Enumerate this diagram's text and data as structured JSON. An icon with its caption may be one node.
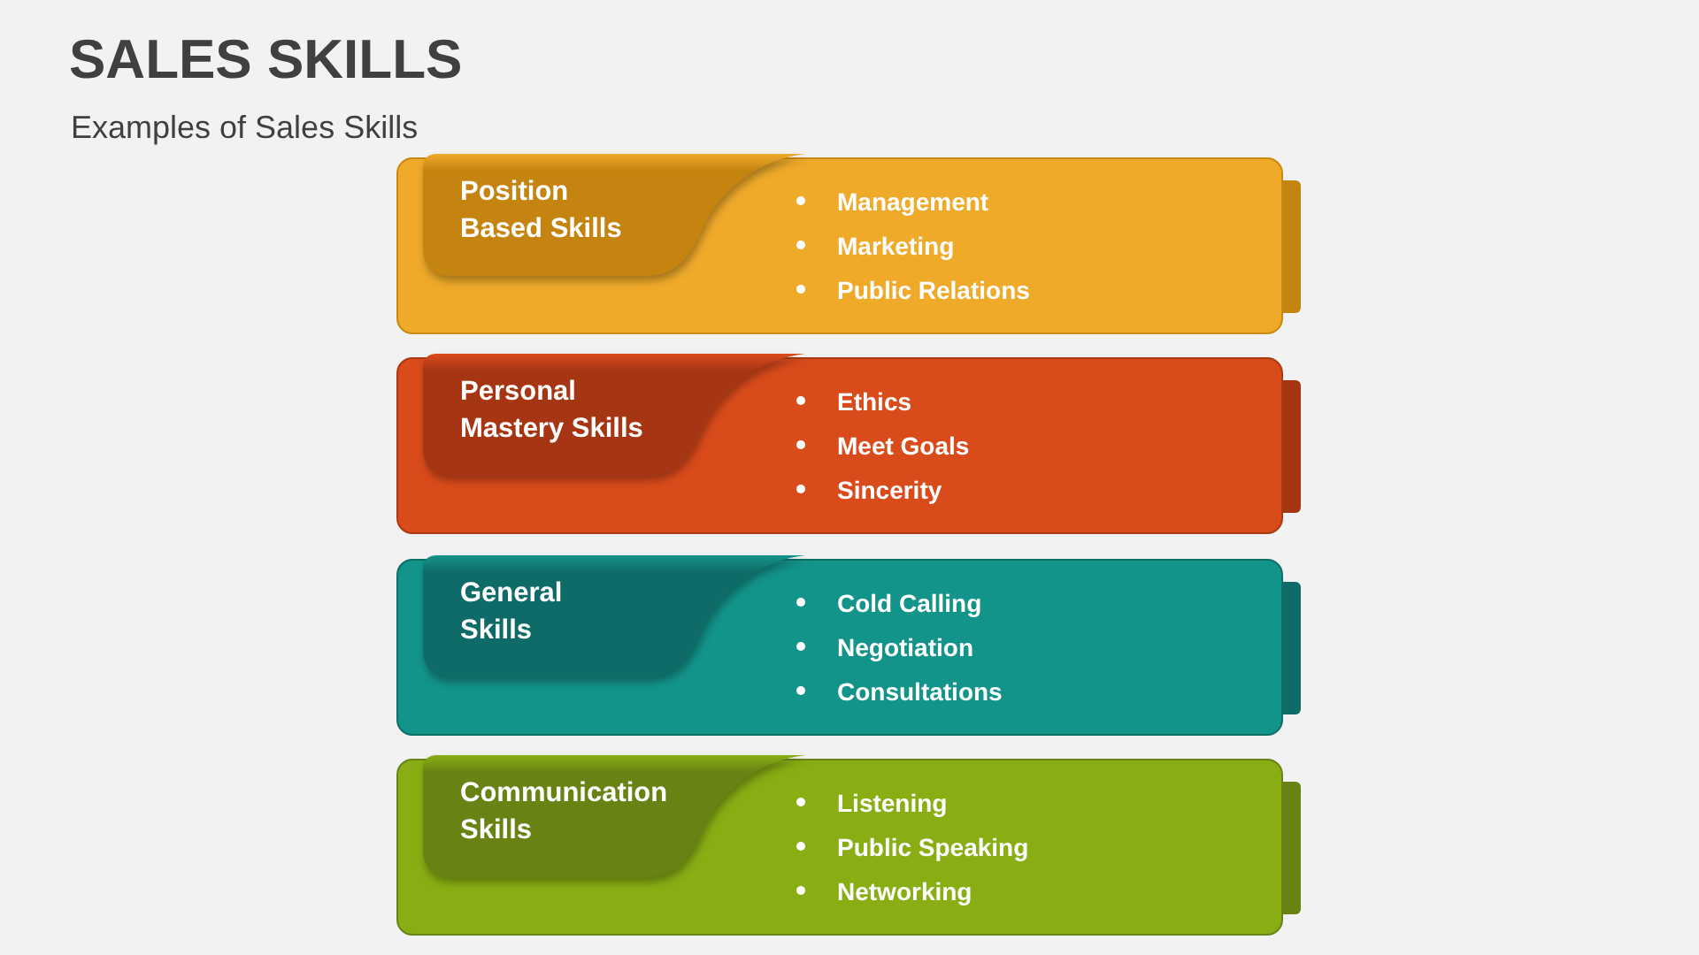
{
  "diagram": {
    "title": "SALES SKILLS",
    "nodes": [
      {
        "text": [
          "Management",
          "Marketing",
          "Public Relations"
        ]
      },
      {
        "text": [
          "Position Based Skills"
        ],
        "in": 0
      },
      {
        "text": [
          "Ethics",
          "Meet Goals",
          "Sincerity"
        ]
      },
      {
        "text": [
          "Personal Mastery Skills"
        ],
        "in": 2
      },
      {
        "text": [
          "Cold Calling",
          "Negotiation",
          "Consultations"
        ]
      },
      {
        "text": [
          "General Skills"
        ],
        "in": 4
      },
      {
        "text": [
          "Listening",
          "Public Speaking",
          "Networking"
        ]
      },
      {
        "text": [
          "Communication Skills"
        ],
        "in": 6
      }
    ],
    "labels": [
      "Examples of Sales Skills"
    ]
  }
}
